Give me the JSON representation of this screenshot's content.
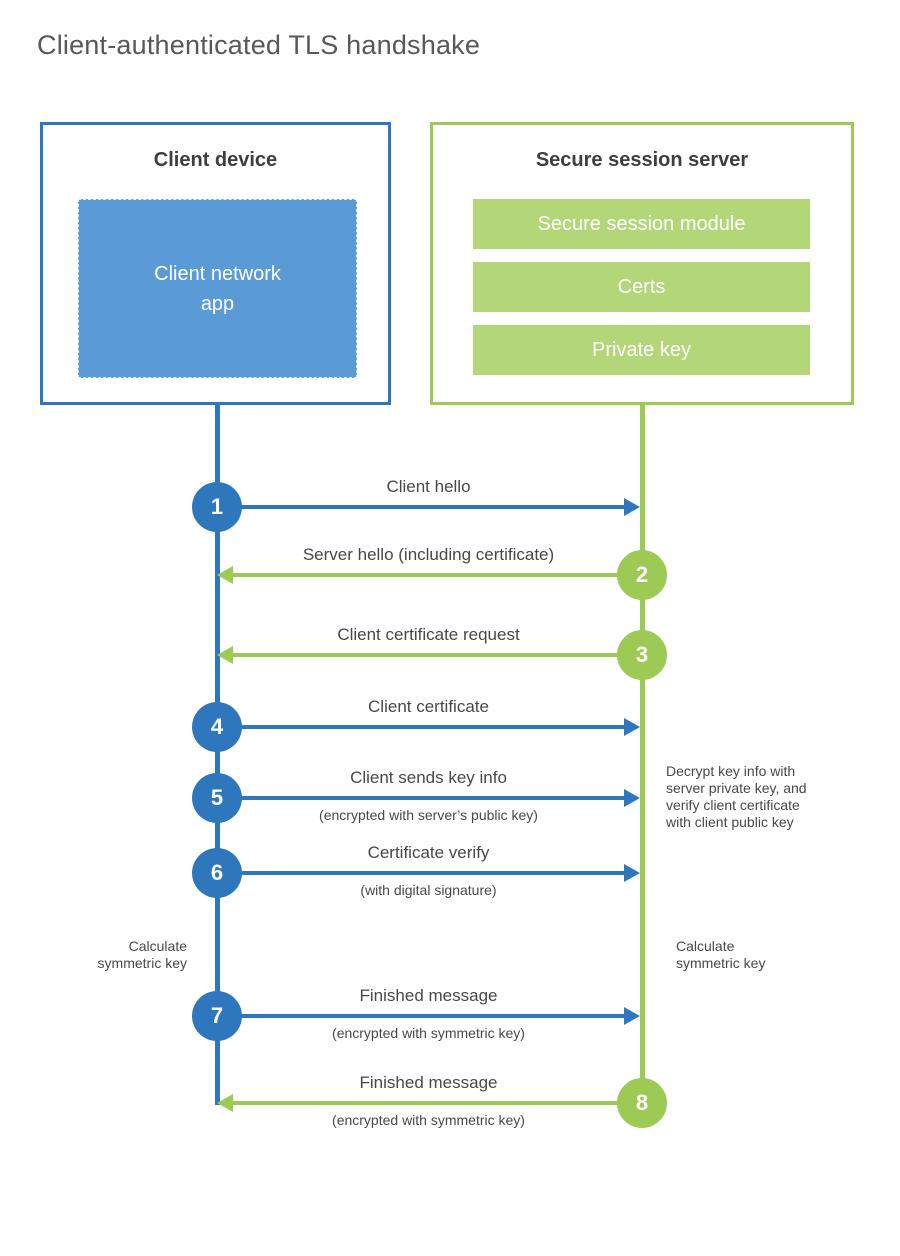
{
  "title": "Client-authenticated TLS handshake",
  "client": {
    "title": "Client device",
    "app_label": "Client network\napp"
  },
  "server": {
    "title": "Secure session server",
    "modules": [
      "Secure session module",
      "Certs",
      "Private key"
    ]
  },
  "messages": [
    {
      "num": "1",
      "label": "Client hello",
      "direction": "client-to-server"
    },
    {
      "num": "2",
      "label": "Server hello (including certificate)",
      "direction": "server-to-client"
    },
    {
      "num": "3",
      "label": "Client certificate request",
      "direction": "server-to-client"
    },
    {
      "num": "4",
      "label": "Client certificate",
      "direction": "client-to-server"
    },
    {
      "num": "5",
      "label": "Client sends key info",
      "sublabel": "(encrypted with server’s public key)",
      "direction": "client-to-server"
    },
    {
      "num": "6",
      "label": "Certificate verify",
      "sublabel": "(with digital signature)",
      "direction": "client-to-server"
    },
    {
      "num": "7",
      "label": "Finished message",
      "sublabel": "(encrypted with symmetric key)",
      "direction": "client-to-server"
    },
    {
      "num": "8",
      "label": "Finished message",
      "sublabel": "(encrypted with symmetric key)",
      "direction": "server-to-client"
    }
  ],
  "notes": {
    "decrypt": "Decrypt key info with\nserver private key, and\nverify client certificate\nwith client public key",
    "calc_left": "Calculate\nsymmetric key",
    "calc_right": "Calculate\nsymmetric key"
  },
  "colors": {
    "blue": "#2e77bd",
    "blue_fill": "#5b9bd5",
    "green": "#9dca55",
    "green_fill": "#b3d678"
  }
}
